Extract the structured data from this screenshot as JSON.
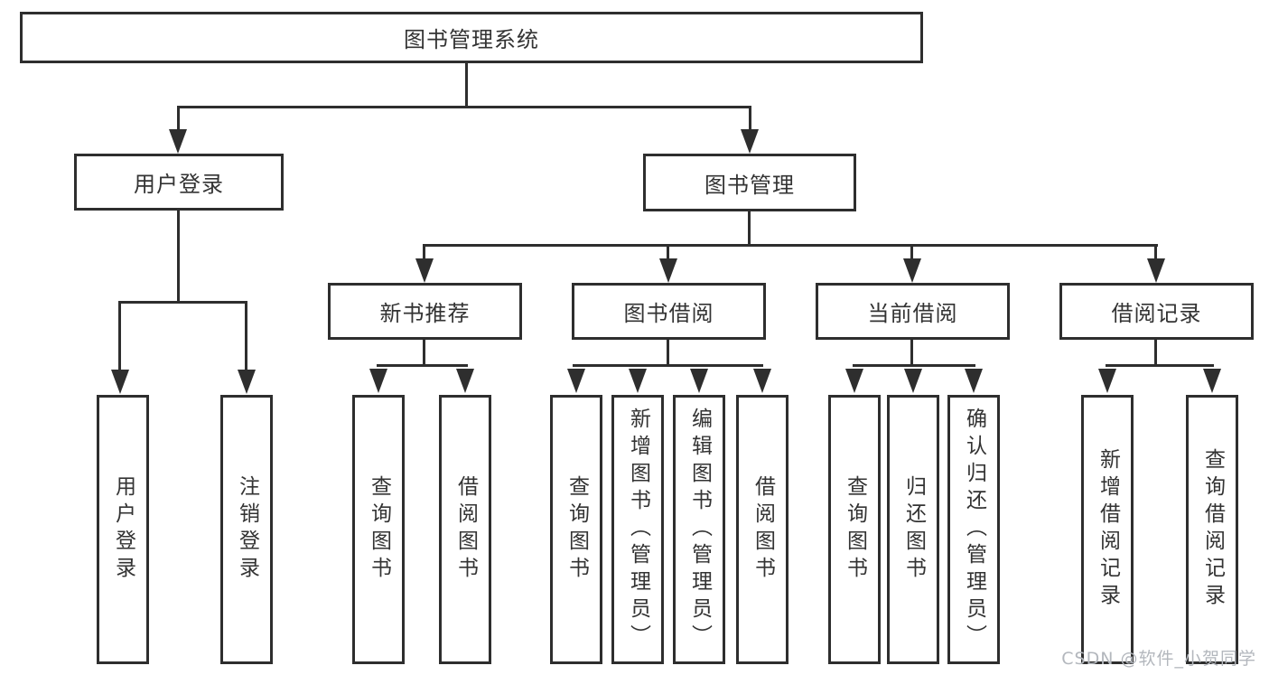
{
  "nodes": {
    "root": "图书管理系统",
    "user_login": "用户登录",
    "book_mgmt": "图书管理",
    "new_book": "新书推荐",
    "book_borrow": "图书借阅",
    "current_borrow": "当前借阅",
    "borrow_record": "借阅记录"
  },
  "leaves": {
    "user_login": [
      "用户登录",
      "注销登录"
    ],
    "new_book": [
      "查询图书",
      "借阅图书"
    ],
    "book_borrow": [
      "查询图书",
      "新增图书（管理员）",
      "编辑图书（管理员）",
      "借阅图书"
    ],
    "current_borrow": [
      "查询图书",
      "归还图书",
      "确认归还（管理员）"
    ],
    "borrow_record": [
      "新增借阅记录",
      "查询借阅记录"
    ]
  },
  "watermark": "CSDN @软件_小贺同学",
  "colors": {
    "line": "#2e2e2e",
    "text": "#333333",
    "watermark": "#b3b7bd",
    "background": "#ffffff"
  }
}
